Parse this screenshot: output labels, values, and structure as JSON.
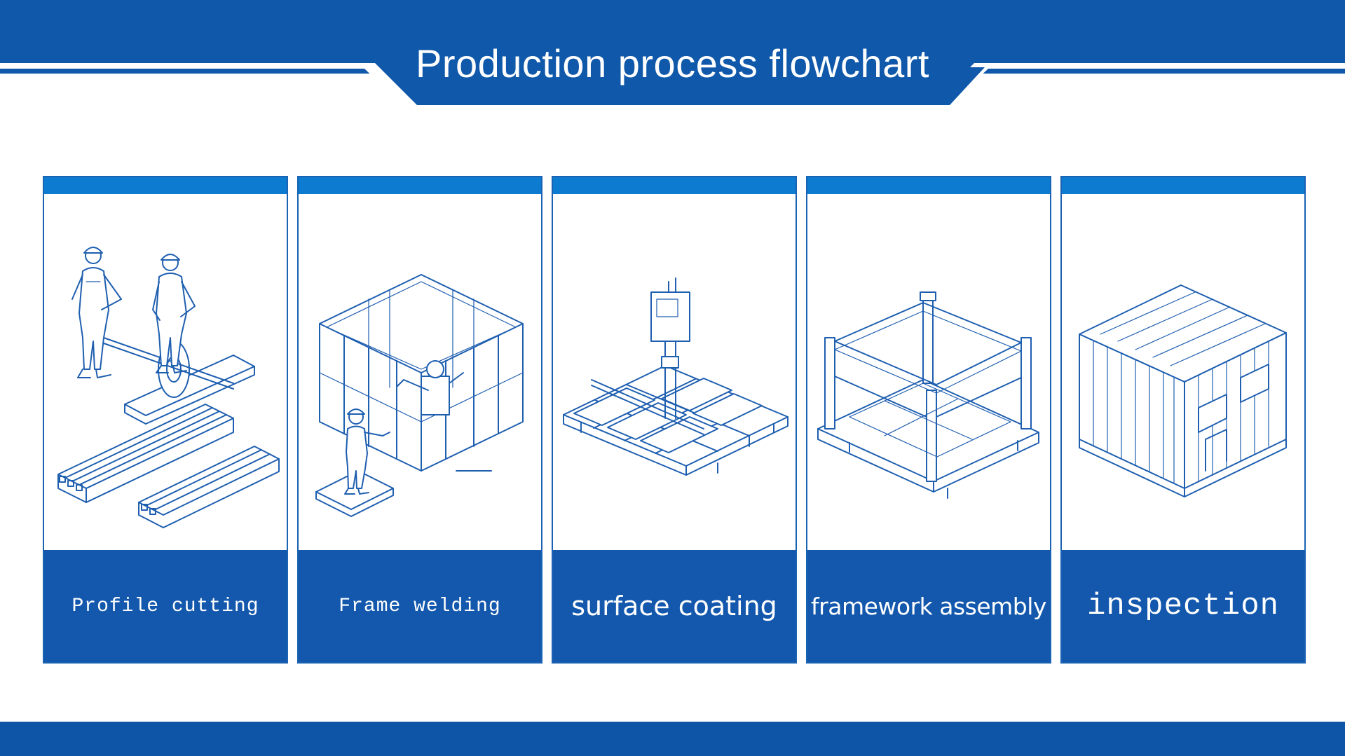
{
  "header": {
    "title": "Production process flowchart"
  },
  "steps": [
    {
      "label": "Profile cutting",
      "icon": "workers-cutting-profile-icon"
    },
    {
      "label": "Frame welding",
      "icon": "frame-welding-icon"
    },
    {
      "label": "surface coating",
      "icon": "surface-coating-machine-icon"
    },
    {
      "label": "framework assembly",
      "icon": "framework-assembly-icon"
    },
    {
      "label": "inspection",
      "icon": "finished-container-icon"
    }
  ],
  "colors": {
    "primary": "#1358ad",
    "accent": "#0d7cd0",
    "line": "#1f5fb0",
    "background": "#ffffff"
  }
}
